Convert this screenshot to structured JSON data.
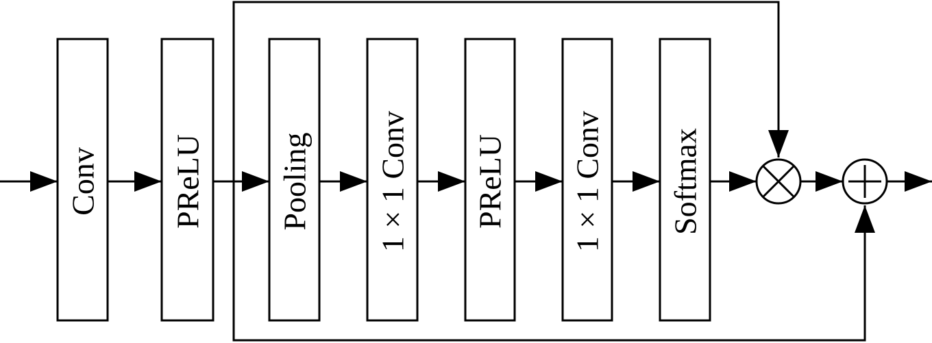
{
  "blocks": [
    {
      "id": "conv",
      "label": "Conv"
    },
    {
      "id": "prelu1",
      "label": "PReLU"
    },
    {
      "id": "pooling",
      "label": "Pooling"
    },
    {
      "id": "conv1x1-a",
      "label": "1 × 1 Conv"
    },
    {
      "id": "prelu2",
      "label": "PReLU"
    },
    {
      "id": "conv1x1-b",
      "label": "1 × 1 Conv"
    },
    {
      "id": "softmax",
      "label": "Softmax"
    }
  ],
  "operators": {
    "multiply": "⊗",
    "add": "⊕"
  }
}
